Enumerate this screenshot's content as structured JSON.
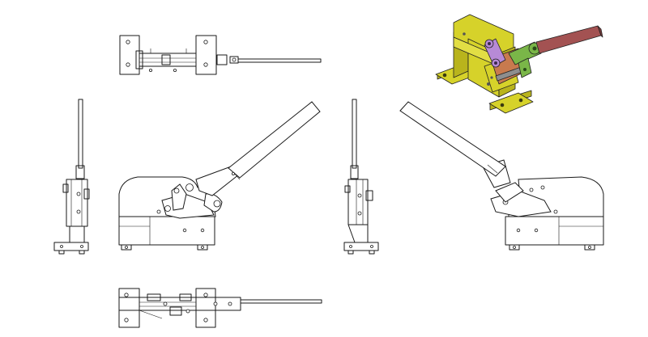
{
  "drawing": {
    "views": [
      "top-view",
      "front-view",
      "left-side-view",
      "right-side-view",
      "rear-view",
      "bottom-view",
      "isometric-view"
    ]
  },
  "colors": {
    "line": "#1a1a1a",
    "background": "#ffffff",
    "iso_body": "#d6d22a",
    "iso_body_shade": "#b9b41c",
    "iso_handle": "#9a4a4a",
    "iso_link": "#7ab648",
    "iso_blade": "#c87a4e",
    "iso_cam": "#b78ad6"
  }
}
